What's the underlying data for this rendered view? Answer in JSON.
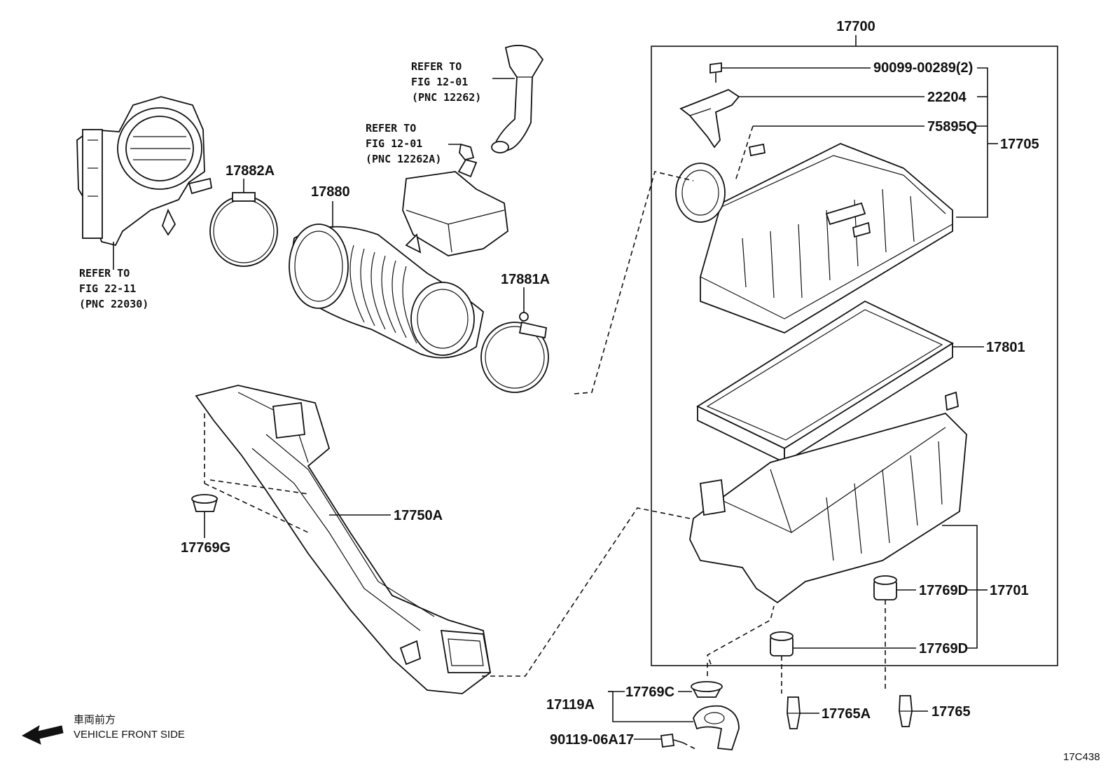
{
  "parts": {
    "p17700": "17700",
    "p90099": "90099-00289(2)",
    "p22204": "22204",
    "p75895Q": "75895Q",
    "p17705": "17705",
    "p17801": "17801",
    "p17701": "17701",
    "p17769D_a": "17769D",
    "p17769D_b": "17769D",
    "p17882A": "17882A",
    "p17880": "17880",
    "p17881A": "17881A",
    "p17750A": "17750A",
    "p17769G": "17769G",
    "p17769C": "17769C",
    "p17119A": "17119A",
    "p90119": "90119-06A17",
    "p17765A": "17765A",
    "p17765": "17765"
  },
  "refs": {
    "ref1": {
      "l1": "REFER TO",
      "l2": "FIG 12-01",
      "l3": "(PNC 12262)"
    },
    "ref2": {
      "l1": "REFER TO",
      "l2": "FIG 12-01",
      "l3": "(PNC 12262A)"
    },
    "ref3": {
      "l1": "REFER TO",
      "l2": "FIG 22-11",
      "l3": "(PNC 22030)"
    }
  },
  "front": {
    "cn": "車両前方",
    "en": "VEHICLE FRONT SIDE"
  },
  "diagram_code": "17C438",
  "icons": {
    "arrow": "left-arrow-icon"
  }
}
